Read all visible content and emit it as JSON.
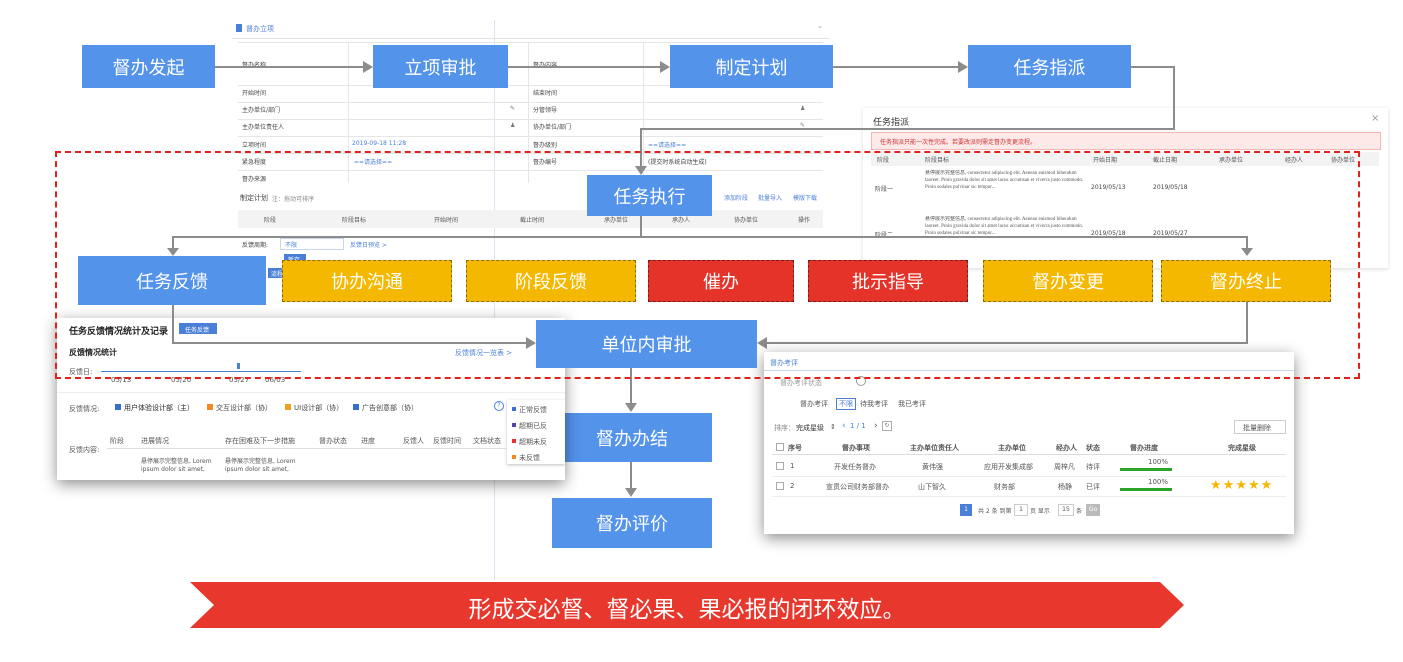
{
  "flow": {
    "initiate": "督办发起",
    "project_approval": "立项审批",
    "make_plan": "制定计划",
    "assign_task": "任务指派",
    "execute_task": "任务执行",
    "feedback": "任务反馈",
    "assist": "协办沟通",
    "stage_feedback": "阶段反馈",
    "urge": "催办",
    "instruct": "批示指导",
    "change": "督办变更",
    "terminate": "督办终止",
    "unit_approval": "单位内审批",
    "close": "督办办结",
    "evaluate": "督办评价",
    "banner": "形成交必督、督必果、果必报的闭环效应。"
  },
  "colors": {
    "blue": "#5493ea",
    "yellow": "#f5b800",
    "red": "#e5332a",
    "dash": "#e0221c"
  },
  "form_panel": {
    "title": "督办立项",
    "fields": [
      "督办名称",
      "开始时间",
      "主办单位/部门",
      "主办单位责任人",
      "立项时间",
      "紧急程度",
      "督办来源"
    ],
    "right_fields": [
      "督办内容",
      "结束时间",
      "分管领导",
      "协办单位/部门",
      "督办级别",
      "督办编号"
    ],
    "date_value": "2019-09-18 11:28",
    "select_placeholder": "==请选择==",
    "code_hint": "(提交时系统自动生成)",
    "plan_label": "制定计划",
    "plan_hint": "注：拖动可排序",
    "plan_actions": [
      "添加阶段",
      "批量导入",
      "模版下载"
    ],
    "plan_columns": [
      "阶段",
      "阶段目标",
      "开始时间",
      "截止时间",
      "承办单位",
      "承办人",
      "协办单位",
      "操作"
    ],
    "cycle_label": "反馈周期:",
    "cycle_value": "不限",
    "cycle_link": "反馈日预览 >",
    "save_button": "暂存",
    "submit_button": "流程"
  },
  "assign_panel": {
    "title": "任务指派",
    "notice": "任务指派只能一次性完成。若要改派则需走督办变更流程。",
    "columns": [
      "阶段",
      "阶段目标",
      "开始日期",
      "截止日期",
      "承办单位",
      "经办人",
      "协办单位"
    ],
    "rows": [
      {
        "stage": "阶段一",
        "goal": "悬停展示完整信息, consectetur adipiscing elit. Aenean euismod bibendum laoreet. Proin gravida dolor sit amet lacus accumsan et viverra justo commodo. Proin sodales pulvinar sic tempor...",
        "start": "2019/05/13",
        "end": "2019/05/18"
      },
      {
        "stage": "阶段二",
        "goal": "悬停展示完整信息, consectetur adipiscing elit. Aenean euismod bibendum laoreet. Proin gravida dolor sit amet lacus accumsan et viverra justo commodo. Proin sodales pulvinar sic tempor...",
        "start": "2019/05/18",
        "end": "2019/05/27"
      }
    ]
  },
  "feedback_panel": {
    "title": "任务反馈情况统计及记录",
    "button": "任务反馈",
    "section": "反馈情况统计",
    "list_link": "反馈情况一览表 >",
    "day_label": "反馈日:",
    "dates": [
      "05/13",
      "05/20",
      "05/27",
      "06/03"
    ],
    "status_label": "反馈情况:",
    "depts": [
      "用户体验设计部（主）",
      "交互设计部（协）",
      "UI设计部（协）",
      "广告创意部（协）"
    ],
    "legend": [
      "正常反馈",
      "超期已反",
      "超期未反",
      "未反馈"
    ],
    "content_label": "反馈内容:",
    "columns": [
      "阶段",
      "进展情况",
      "存在困难及下一步措施",
      "督办状态",
      "进度",
      "反馈人",
      "反馈时间",
      "文档状态"
    ],
    "row_text_1": "悬停展示完整信息, Lorem ipsum dolor sit amet,",
    "row_text_2": "悬停展示完整信息, Lorem ipsum dolor sit amet,"
  },
  "eval_panel": {
    "title": "督办考评",
    "filter_label": "督办考评状态",
    "tabs_label": "督办考评",
    "tabs": [
      "不限",
      "待我考评",
      "我已考评"
    ],
    "sort_label": "排序：",
    "sort_value": "完成星级",
    "page_info": "1 / 1",
    "batch_delete": "批量删除",
    "columns": [
      "序号",
      "督办事项",
      "主办单位责任人",
      "主办单位",
      "经办人",
      "状态",
      "督办进度",
      "完成星级"
    ],
    "rows": [
      {
        "no": "1",
        "item": "开发任务督办",
        "owner": "黄伟强",
        "unit": "应用开发集成部",
        "handler": "周梓凡",
        "status": "待评",
        "progress": "100%",
        "stars": 0
      },
      {
        "no": "2",
        "item": "宣贯公司财务部督办",
        "owner": "山下智久",
        "unit": "财务部",
        "handler": "杨静",
        "status": "已评",
        "progress": "100%",
        "stars": 5
      }
    ],
    "pager": {
      "current": "1",
      "total_text": "共 2 条  到第",
      "page_input": "1",
      "page_unit": "页  显示",
      "size": "15",
      "size_unit": "条",
      "go": "Go"
    }
  }
}
